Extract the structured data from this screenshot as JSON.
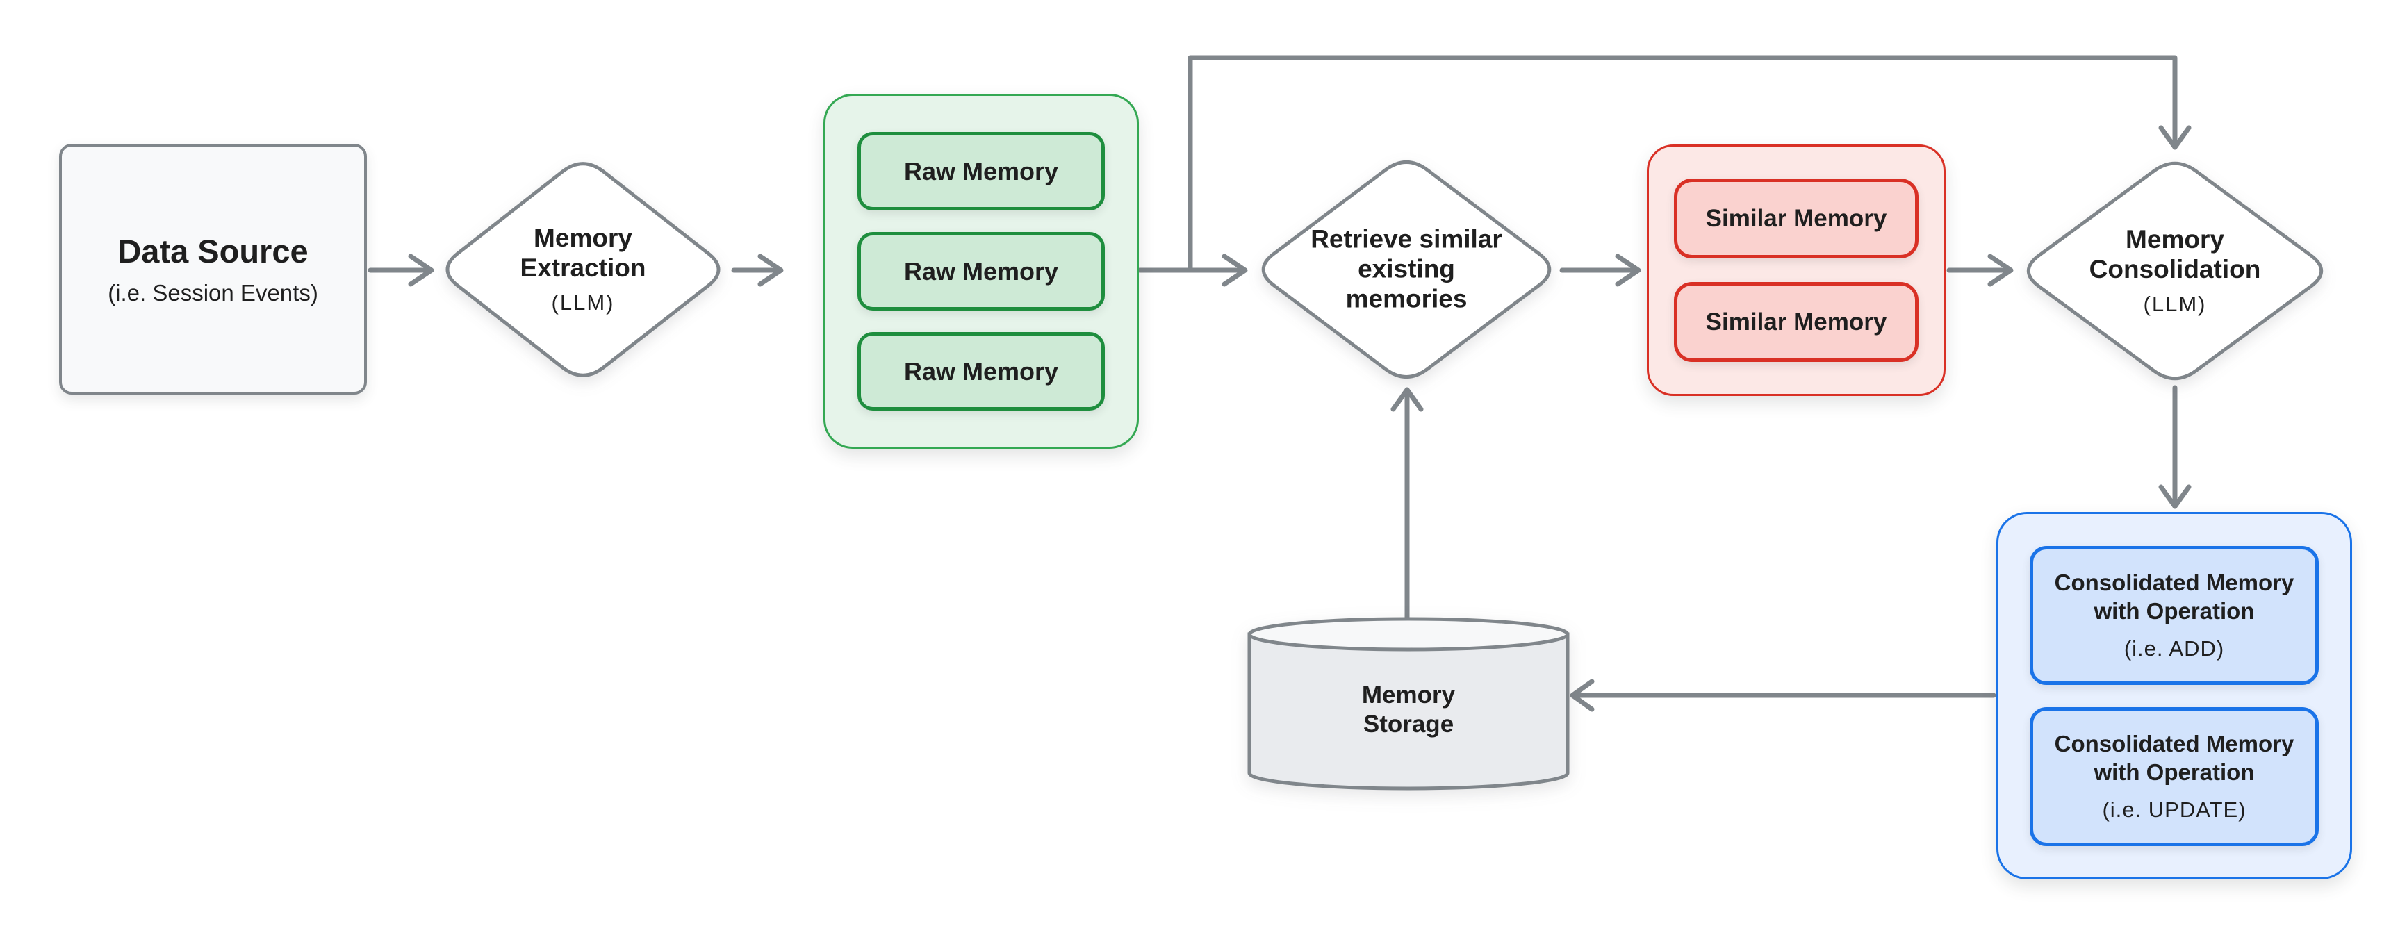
{
  "nodes": {
    "data_source": {
      "title": "Data Source",
      "subtitle": "(i.e. Session Events)"
    },
    "memory_extraction": {
      "title": "Memory Extraction",
      "subtitle": "(LLM)"
    },
    "raw_memories": {
      "items": [
        "Raw Memory",
        "Raw Memory",
        "Raw Memory"
      ]
    },
    "retrieve_similar": {
      "title": "Retrieve similar existing memories"
    },
    "similar_memories": {
      "items": [
        "Similar Memory",
        "Similar Memory"
      ]
    },
    "memory_consolidation": {
      "title": "Memory Consolidation",
      "subtitle": "(LLM)"
    },
    "consolidated_memories": {
      "items": [
        {
          "title": "Consolidated Memory with Operation",
          "subtitle": "(i.e. ADD)"
        },
        {
          "title": "Consolidated Memory with Operation",
          "subtitle": "(i.e. UPDATE)"
        }
      ]
    },
    "memory_storage": {
      "title": "Memory Storage"
    }
  },
  "connections": [
    {
      "from": "data_source",
      "to": "memory_extraction"
    },
    {
      "from": "memory_extraction",
      "to": "raw_memories"
    },
    {
      "from": "raw_memories",
      "to": "retrieve_similar"
    },
    {
      "from": "raw_memories",
      "to": "memory_consolidation"
    },
    {
      "from": "retrieve_similar",
      "to": "similar_memories"
    },
    {
      "from": "similar_memories",
      "to": "memory_consolidation"
    },
    {
      "from": "memory_consolidation",
      "to": "consolidated_memories"
    },
    {
      "from": "consolidated_memories",
      "to": "memory_storage"
    },
    {
      "from": "memory_storage",
      "to": "retrieve_similar"
    }
  ],
  "colors": {
    "arrow_gray": "#80868b",
    "gray_node_fill": "#f8f9fa",
    "cylinder_fill": "#e9ebee",
    "green_border": "#34a853",
    "green_item_border": "#1e8e3e",
    "green_fill": "#e6f4ea",
    "green_item_fill": "#ceead6",
    "red_border": "#d93025",
    "red_fill": "#fce8e6",
    "red_item_fill": "#fad2cf",
    "blue_border": "#1a73e8",
    "blue_fill": "#e8f0fe",
    "blue_item_fill": "#d2e3fc",
    "text": "#1f1f1f"
  }
}
